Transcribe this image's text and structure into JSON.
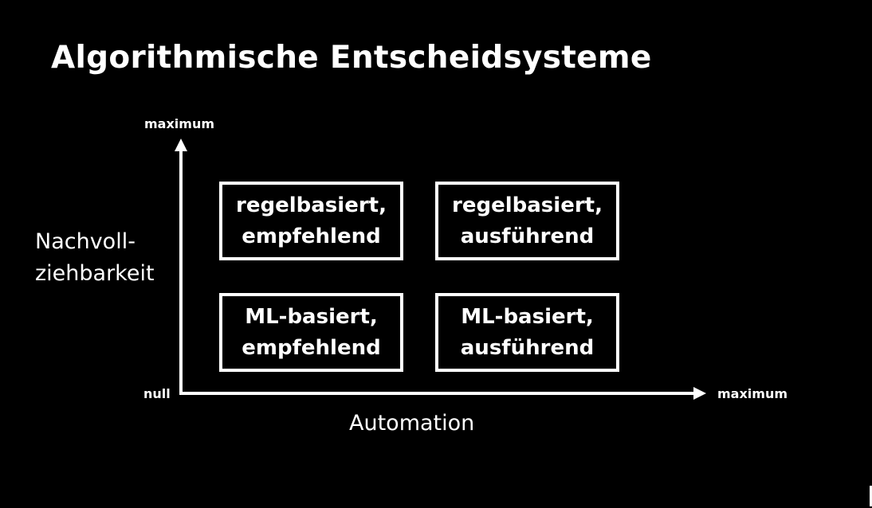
{
  "slide": {
    "title": "Algorithmische Entscheidsysteme",
    "background_color": "#000000",
    "foreground_color": "#ffffff"
  },
  "axes": {
    "y_title_line1": "Nachvoll-",
    "y_title_line2": "ziehbarkeit",
    "y_max_label": "maximum",
    "x_title": "Automation",
    "x_max_label": "maximum",
    "origin_label": "null"
  },
  "quadrants": {
    "top_left": "regelbasiert,\nempfehlend",
    "top_right": "regelbasiert,\nausführend",
    "bottom_left": "ML-basiert,\nempfehlend",
    "bottom_right": "ML-basiert,\nausführend"
  }
}
